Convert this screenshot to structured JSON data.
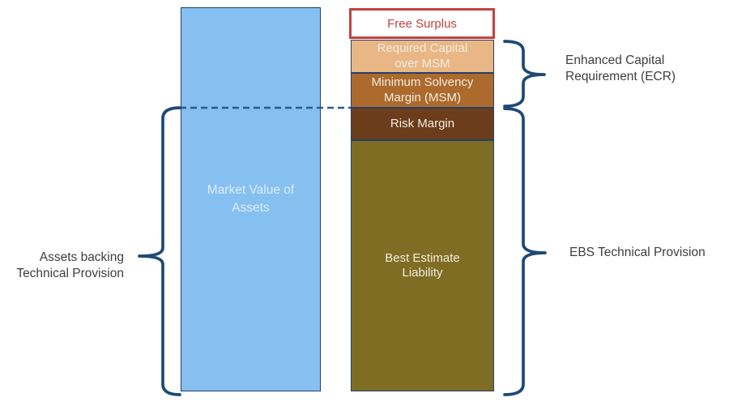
{
  "colors": {
    "background": "#FFFFFF",
    "assets_fill": "#85C0F1",
    "assets_border": "#1F4066",
    "assets_text": "#DFECFA",
    "free_surplus_fill": "#FFFFFF",
    "free_surplus_accent": "#C3423F",
    "required_capital_fill": "#E9B685",
    "msm_fill": "#AC6A2C",
    "risk_margin_fill": "#6C3D1B",
    "best_estimate_fill": "#7E6D23",
    "segment_border": "#24406B",
    "segment_text": "#F2EDE2",
    "brace_stroke": "#1E4977",
    "dashed_line_stroke": "#2C5A8C",
    "annotation_text": "#3E3E3E"
  },
  "bars": {
    "assets": {
      "line1": "Market Value of",
      "line2": "Assets"
    },
    "liabilities": {
      "free_surplus": "Free Surplus",
      "required_capital_line1": "Required Capital",
      "required_capital_line2": "over MSM",
      "msm_line1": "Minimum Solvency",
      "msm_line2": "Margin (MSM)",
      "risk_margin": "Risk Margin",
      "best_estimate_line1": "Best Estimate",
      "best_estimate_line2": "Liability"
    }
  },
  "annotations": {
    "assets_backing": {
      "line1": "Assets backing",
      "line2": "Technical Provision"
    },
    "ecr": {
      "line1": "Enhanced Capital",
      "line2": "Requirement (ECR)"
    },
    "ebs": {
      "label": "EBS Technical Provision"
    }
  }
}
